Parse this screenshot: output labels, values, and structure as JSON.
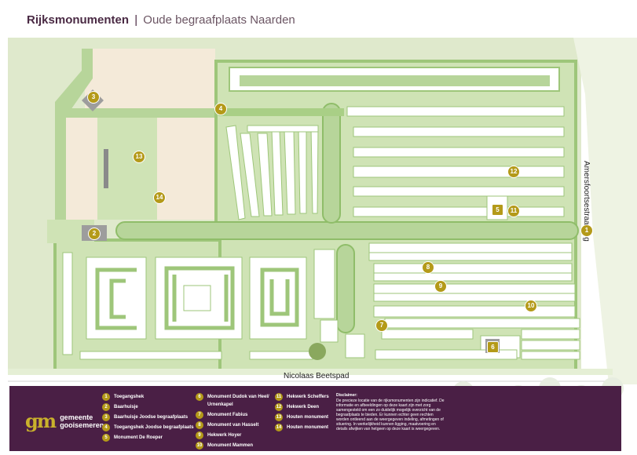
{
  "header": {
    "title_bold": "Rijksmonumenten",
    "separator": "|",
    "title_rest": "Oude begraafplaats Naarden"
  },
  "map": {
    "roads": {
      "east": "Amersfoortsestraatweg",
      "south": "Nicolaas Beetspad"
    },
    "markers": [
      {
        "num": "1"
      },
      {
        "num": "2"
      },
      {
        "num": "3"
      },
      {
        "num": "4"
      },
      {
        "num": "5"
      },
      {
        "num": "6"
      },
      {
        "num": "7"
      },
      {
        "num": "8"
      },
      {
        "num": "9"
      },
      {
        "num": "10"
      },
      {
        "num": "11"
      },
      {
        "num": "12"
      },
      {
        "num": "13"
      },
      {
        "num": "14"
      }
    ],
    "colors": {
      "grass": "#cfe3b5",
      "plots": "#ffffff",
      "path": "#a9cf86",
      "beige": "#f4ead9",
      "building": "#9d9d9d",
      "marker": "#b49a19",
      "footer": "#4a1f45"
    }
  },
  "footer": {
    "logo": {
      "mark": "gm",
      "line1": "gemeente",
      "line2": "gooisemeren"
    },
    "legend": [
      {
        "num": "1",
        "label": "Toegangshek"
      },
      {
        "num": "2",
        "label": "Baarhuisje"
      },
      {
        "num": "3",
        "label": "Baarhuisje Joodse begraafplaats"
      },
      {
        "num": "4",
        "label": "Toegangshek Joodse begraafplaats"
      },
      {
        "num": "5",
        "label": "Monument De Roeper"
      },
      {
        "num": "6",
        "label": "Monument Dudok van Heel/ Urnenkapel"
      },
      {
        "num": "7",
        "label": "Monument Fabius"
      },
      {
        "num": "8",
        "label": "Monument van Hasselt"
      },
      {
        "num": "9",
        "label": "Hekwerk Hoyer"
      },
      {
        "num": "10",
        "label": "Monument Mammen"
      },
      {
        "num": "11",
        "label": "Hekwerk Scheffers"
      },
      {
        "num": "12",
        "label": "Hekwerk Deen"
      },
      {
        "num": "13",
        "label": "Houten monument"
      },
      {
        "num": "14",
        "label": "Houten monument"
      }
    ],
    "disclaimer_title": "Disclaimer:",
    "disclaimer_text": "De precieze locatie van de rijksmonumenten zijn indicatief. De informatie en afbeeldingen op deze kaart zijn met zorg samengesteld om een zo duidelijk mogelijk overzicht van de begraafplaats te bieden. Er kunnen echter geen rechten worden ontleend aan de weergegeven indeling, afmetingen of situering. In werkelijkheid kunnen ligging, maatvoering en details afwijken van hetgeen op deze kaart is weergegeven."
  }
}
